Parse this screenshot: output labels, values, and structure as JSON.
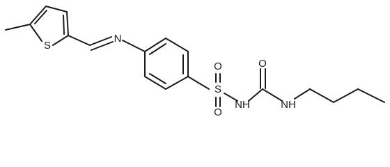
{
  "molecule": {
    "atoms": {
      "s_thiophene": "S",
      "n_imine": "N",
      "s_sulfonyl": "S",
      "o_top": "O",
      "o_bottom": "O",
      "nh_1": "NH",
      "nh_2": "NH",
      "o_carbonyl": "O"
    }
  }
}
